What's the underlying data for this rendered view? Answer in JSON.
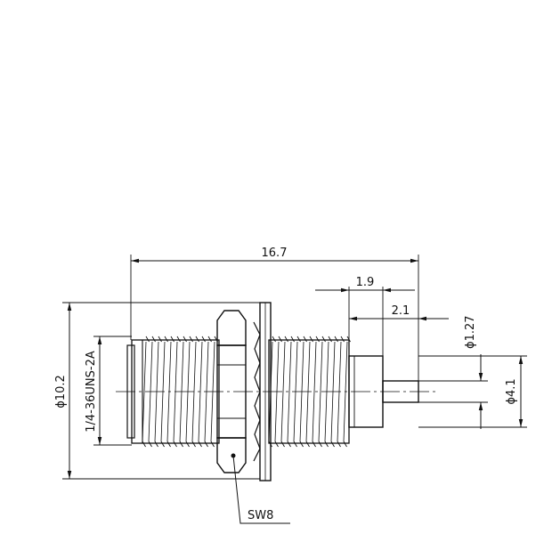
{
  "drawing": {
    "dims": {
      "overall_length": "16.7",
      "dim_1_9": "1.9",
      "dim_2_1": "2.1",
      "pin_diameter": "ϕ1.27",
      "body_diameter": "ϕ10.2",
      "thread_spec": "1/4-36UNS-2A",
      "insulator_diameter": "ϕ4.1"
    },
    "callouts": {
      "wrench_size": "SW8"
    }
  }
}
